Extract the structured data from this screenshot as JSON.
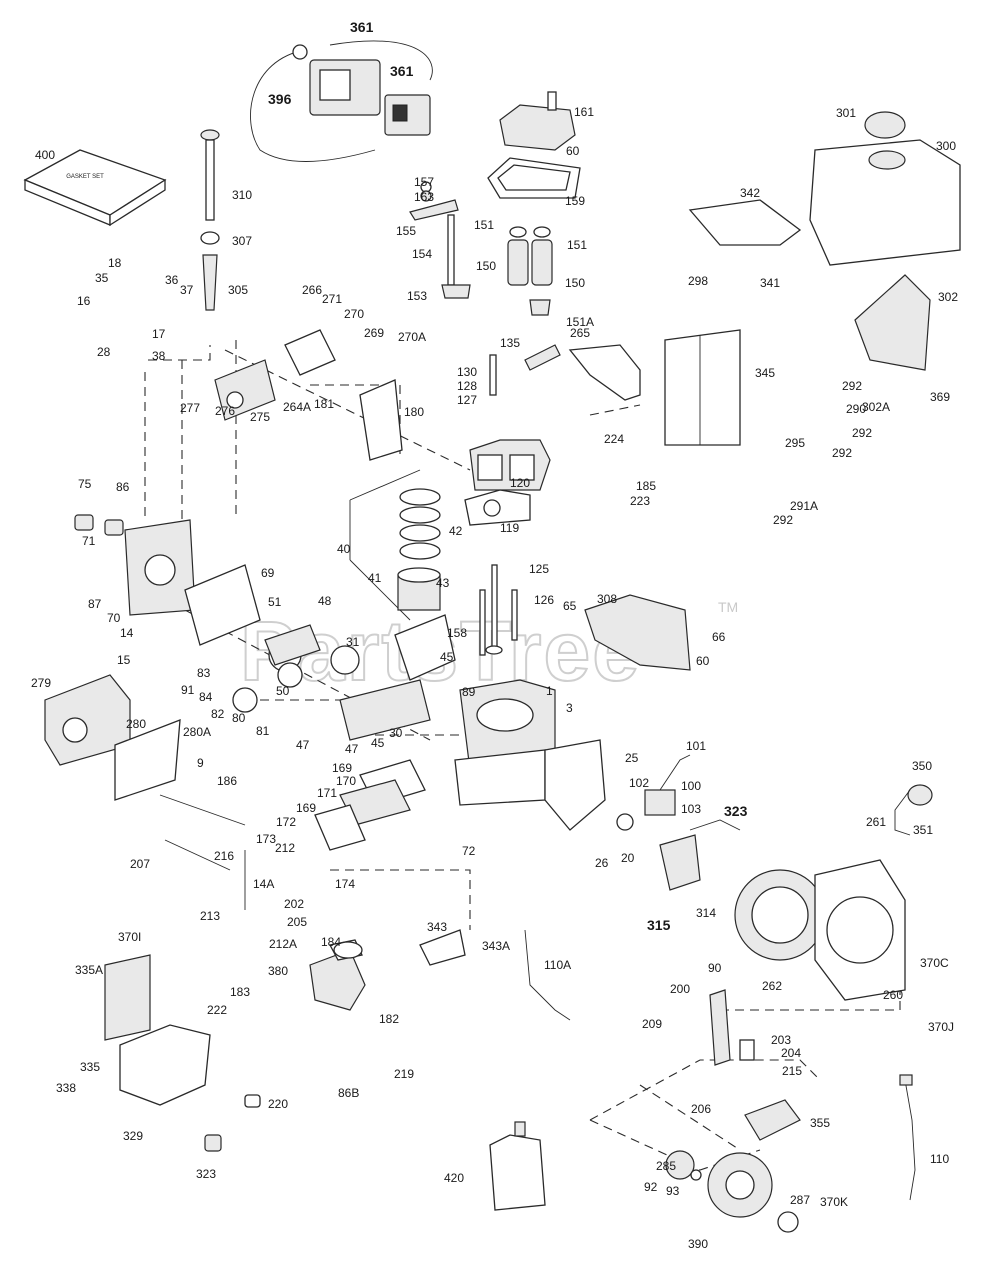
{
  "watermark": {
    "text": "PartsTree",
    "tm": "TM"
  },
  "gasket_set_text": "GASKET SET",
  "labels": [
    "361",
    "396",
    "361",
    "161",
    "60",
    "301",
    "300",
    "400",
    "157",
    "163",
    "159",
    "342",
    "310",
    "155",
    "151",
    "151",
    "154",
    "150",
    "150",
    "298",
    "341",
    "302",
    "307",
    "153",
    "151A",
    "18",
    "35",
    "36",
    "37",
    "16",
    "17",
    "305",
    "266",
    "271",
    "270",
    "269",
    "270A",
    "28",
    "38",
    "265",
    "135",
    "130",
    "128",
    "127",
    "345",
    "292",
    "290",
    "302A",
    "369",
    "292",
    "295",
    "292",
    "277",
    "276",
    "275",
    "264A",
    "181",
    "180",
    "291A",
    "292",
    "120",
    "224",
    "185",
    "223",
    "75",
    "86",
    "119",
    "71",
    "40",
    "42",
    "41",
    "43",
    "125",
    "87",
    "69",
    "126",
    "308",
    "65",
    "66",
    "70",
    "51",
    "48",
    "158",
    "14",
    "31",
    "45",
    "60",
    "15",
    "279",
    "83",
    "91",
    "84",
    "82",
    "50",
    "89",
    "1",
    "280",
    "280A",
    "80",
    "81",
    "47",
    "47",
    "45",
    "30",
    "3",
    "101",
    "9",
    "186",
    "169",
    "170",
    "25",
    "102",
    "100",
    "103",
    "323",
    "350",
    "171",
    "169",
    "172",
    "173",
    "212",
    "174",
    "72",
    "26",
    "20",
    "261",
    "351",
    "207",
    "216",
    "14A",
    "315",
    "314",
    "213",
    "202",
    "205",
    "343",
    "343A",
    "110A",
    "370I",
    "212A",
    "184",
    "90",
    "370C",
    "335A",
    "380",
    "183",
    "222",
    "182",
    "200",
    "262",
    "260",
    "370J",
    "209",
    "203",
    "204",
    "215",
    "335",
    "219",
    "338",
    "86B",
    "220",
    "206",
    "355",
    "329",
    "323",
    "420",
    "285",
    "92",
    "93",
    "110",
    "287",
    "370K",
    "390"
  ]
}
